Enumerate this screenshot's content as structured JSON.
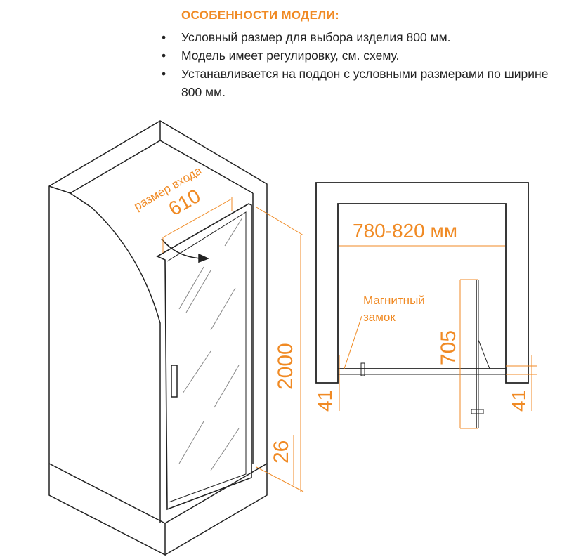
{
  "header": "ОСОБЕННОСТИ МОДЕЛИ:",
  "features": [
    "Условный размер для выбора изделия 800 мм.",
    "Модель имеет регулировку, см. схему.",
    "Устанавливается на поддон с условными размерами по ширине 800 мм."
  ],
  "iso": {
    "entry_label": "размер входа",
    "entry_width": "610",
    "height": "2000",
    "base": "26"
  },
  "plan": {
    "width_range": "780-820 мм",
    "lock_label_1": "Магнитный",
    "lock_label_2": "замок",
    "door_depth": "705",
    "left_offset": "41",
    "right_offset": "41"
  },
  "colors": {
    "accent": "#f08a24",
    "line": "#222222"
  }
}
